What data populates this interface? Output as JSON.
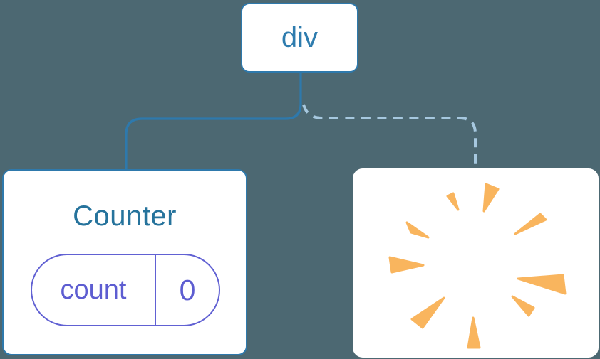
{
  "diagram": {
    "root_node": {
      "label": "div"
    },
    "counter_node": {
      "title": "Counter",
      "state_key": "count",
      "state_value": "0"
    },
    "unmounting_node": {
      "icon": "poof-burst-icon"
    },
    "edges": {
      "left_edge_style": "solid",
      "right_edge_style": "dashed"
    }
  },
  "colors": {
    "background": "#4c6872",
    "card": "#ffffff",
    "node-border": "#2e79ac",
    "node-text": "#2e7cae",
    "title-text": "#26739c",
    "edge-solid": "#2e79ac",
    "edge-dashed": "#a6c8df",
    "state-accent": "#6161d3",
    "state-text": "#5d5dd1",
    "burst": "#f9b55e"
  }
}
